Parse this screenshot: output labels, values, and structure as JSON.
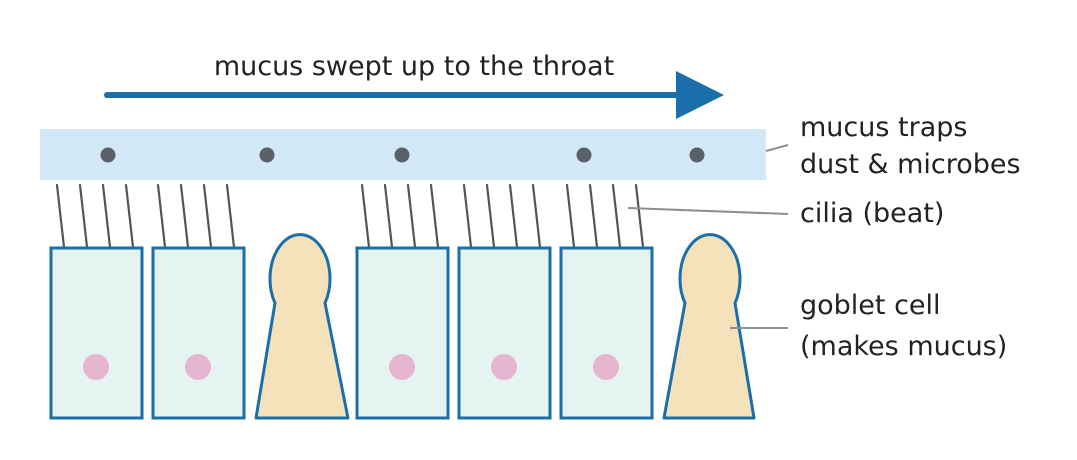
{
  "diagram": {
    "arrow_label": "mucus swept up to the throat",
    "labels": {
      "mucus_line1": "mucus traps",
      "mucus_line2": "dust & microbes",
      "cilia": "cilia (beat)",
      "goblet_line1": "goblet cell",
      "goblet_line2": "(makes mucus)"
    }
  },
  "colors": {
    "arrow": "#1a6faa",
    "mucus_layer": "#d3e8f6",
    "particle": "#5a6068",
    "cilia": "#4e555d",
    "ciliated_cell_fill": "#e6f4f1",
    "cell_outline": "#1a6faa",
    "nucleus": "#e6b5cf",
    "goblet_fill": "#f5e2bb",
    "leader_line": "#8a8f94",
    "text": "#222222"
  },
  "icons": {
    "cell_sequence": [
      "ciliated-cell",
      "ciliated-cell",
      "goblet-cell",
      "ciliated-cell",
      "ciliated-cell",
      "ciliated-cell",
      "goblet-cell"
    ]
  }
}
